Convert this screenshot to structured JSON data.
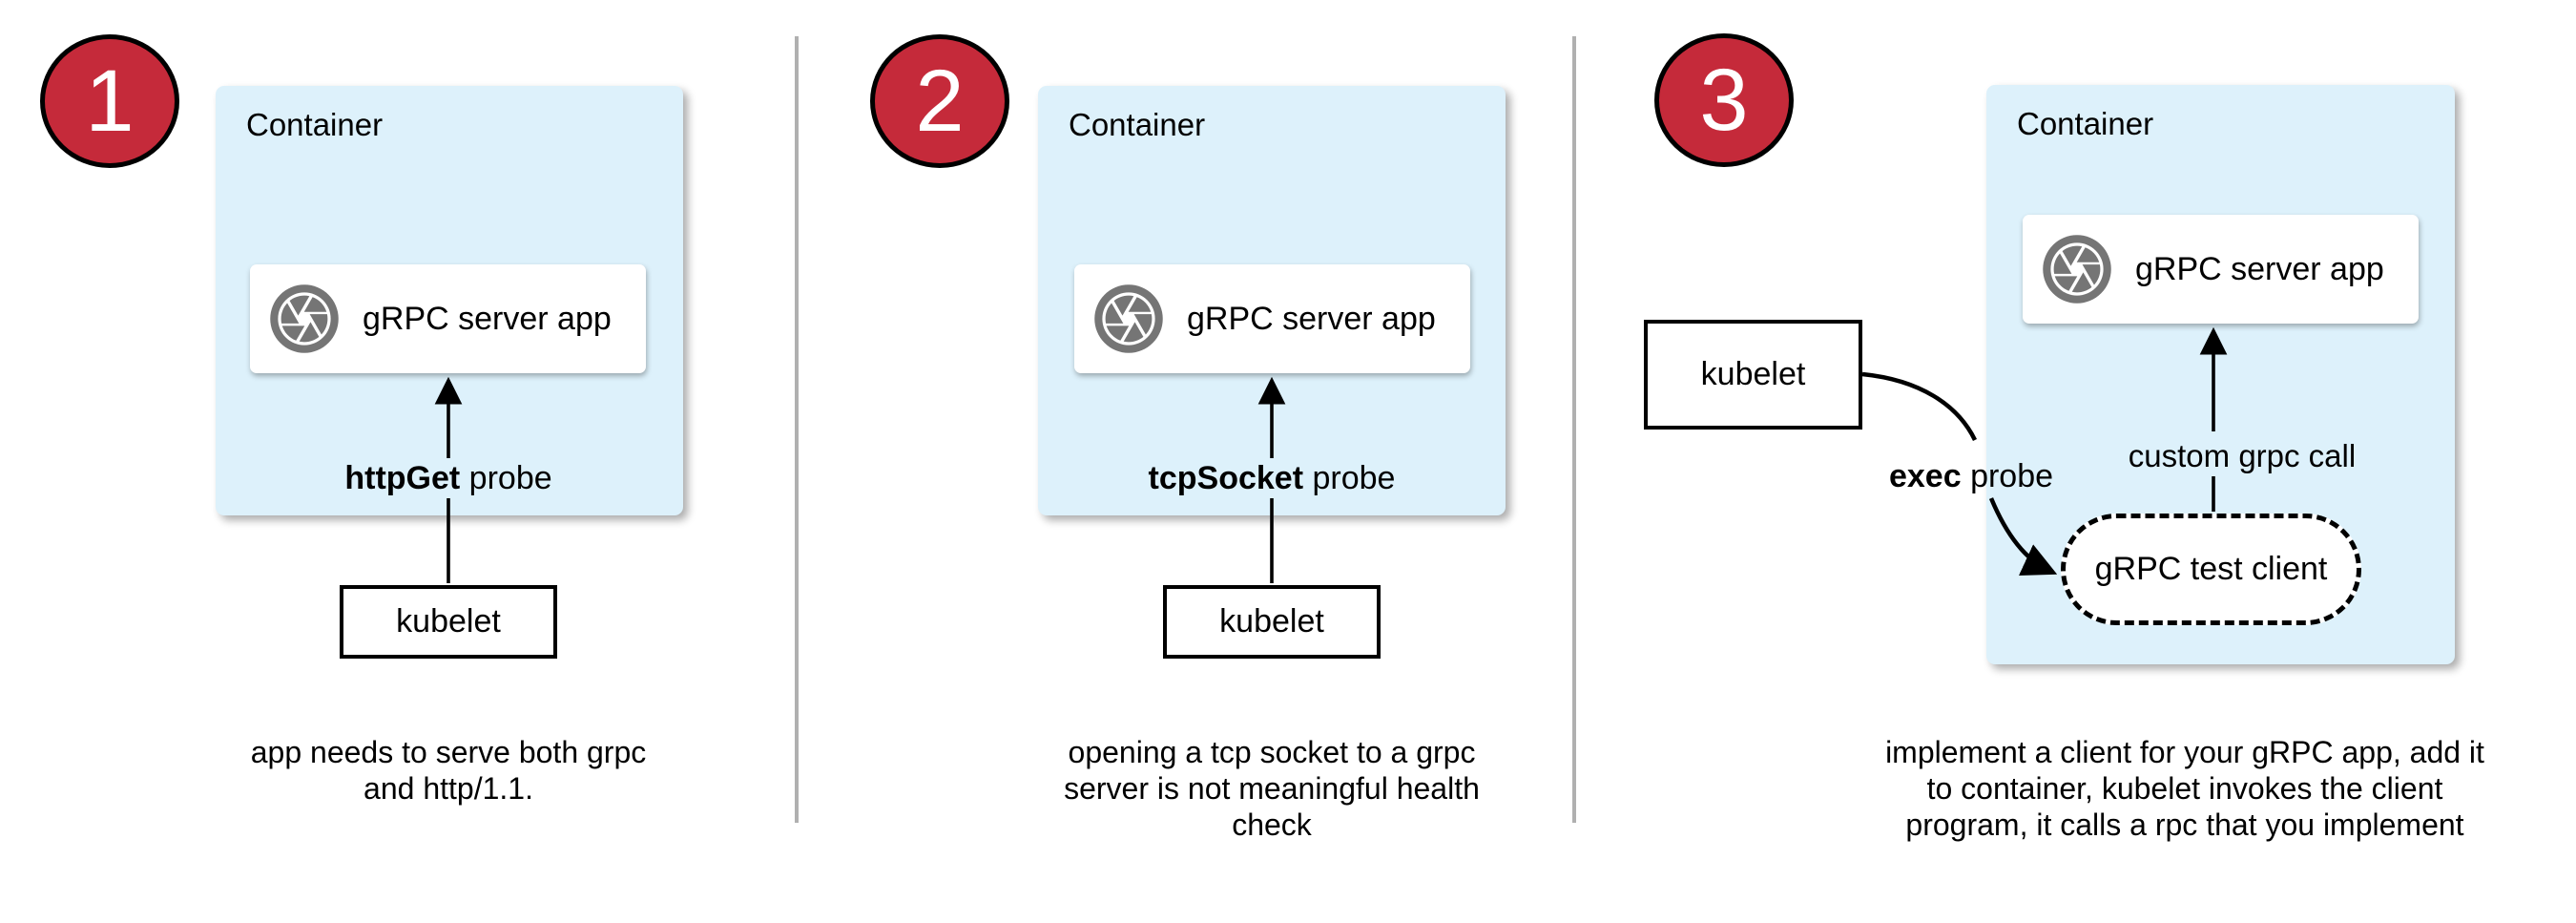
{
  "colors": {
    "container_fill": "#DDF1FB",
    "badge_red": "#C52A3A",
    "icon_gray": "#757575",
    "divider_gray": "#B0B0B0",
    "arrow_black": "#000000"
  },
  "panels": [
    {
      "number": "1",
      "container_label": "Container",
      "app_label": "gRPC server app",
      "probe": {
        "bold": "httpGet",
        "rest": " probe"
      },
      "kubelet_label": "kubelet",
      "caption_lines": [
        "app needs to serve both grpc",
        "and http/1.1."
      ]
    },
    {
      "number": "2",
      "container_label": "Container",
      "app_label": "gRPC server app",
      "probe": {
        "bold": "tcpSocket",
        "rest": " probe"
      },
      "kubelet_label": "kubelet",
      "caption_lines": [
        "opening a tcp socket to a grpc",
        "server is not meaningful health",
        "check"
      ]
    },
    {
      "number": "3",
      "container_label": "Container",
      "app_label": "gRPC server app",
      "probe": {
        "bold": "exec",
        "rest": " probe"
      },
      "kubelet_label": "kubelet",
      "test_client_label": "gRPC test client",
      "call_label": "custom grpc call",
      "caption_lines": [
        "implement a client for your gRPC app, add it",
        "to container, kubelet invokes the client",
        "program, it calls a rpc that you implement"
      ]
    }
  ]
}
